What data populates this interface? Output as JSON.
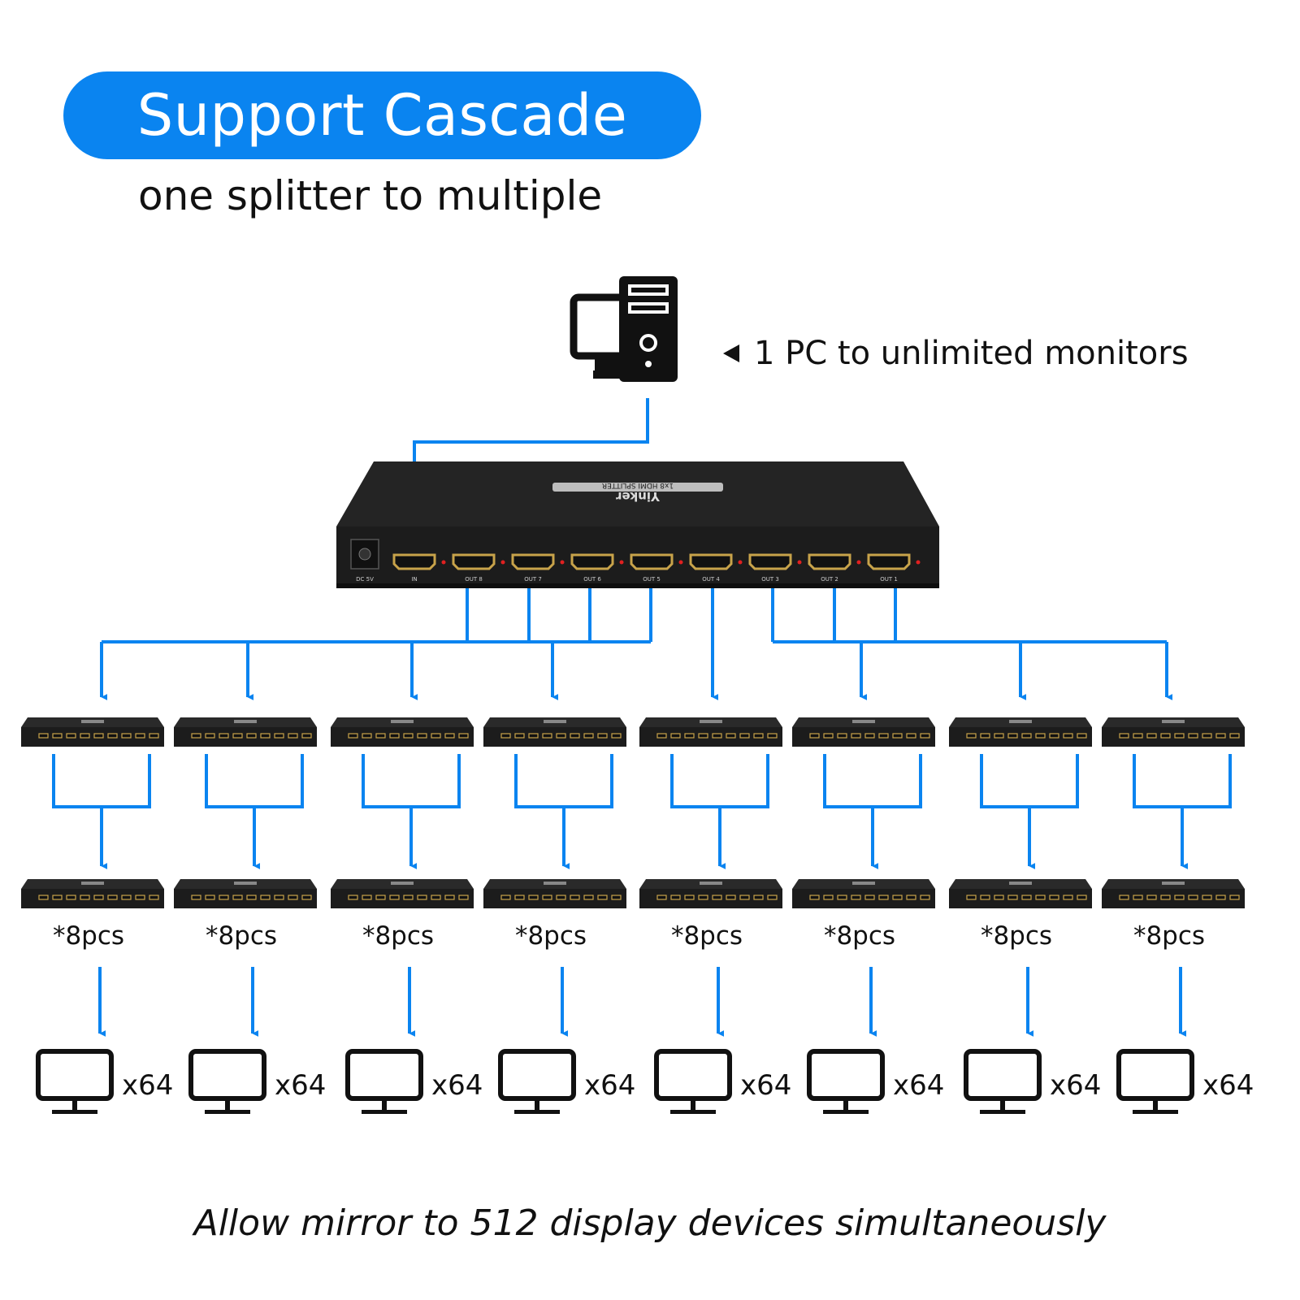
{
  "header": {
    "title": "Support Cascade",
    "subtitle": "one splitter to multiple"
  },
  "source": {
    "icon": "desktop-pc-icon",
    "label": "1 PC to unlimited monitors"
  },
  "main_splitter": {
    "brand": "Yinker",
    "model_label": "1x8 HDMI SPLITTER",
    "ports": [
      "DC 5V",
      "IN",
      "OUT 8",
      "OUT 7",
      "OUT 6",
      "OUT 5",
      "OUT 4",
      "OUT 3",
      "OUT 2",
      "OUT 1"
    ]
  },
  "groups": [
    {
      "pcs_label": "*8pcs",
      "monitor_count": "x64"
    },
    {
      "pcs_label": "*8pcs",
      "monitor_count": "x64"
    },
    {
      "pcs_label": "*8pcs",
      "monitor_count": "x64"
    },
    {
      "pcs_label": "*8pcs",
      "monitor_count": "x64"
    },
    {
      "pcs_label": "*8pcs",
      "monitor_count": "x64"
    },
    {
      "pcs_label": "*8pcs",
      "monitor_count": "x64"
    },
    {
      "pcs_label": "*8pcs",
      "monitor_count": "x64"
    },
    {
      "pcs_label": "*8pcs",
      "monitor_count": "x64"
    }
  ],
  "caption": "Allow mirror to 512 display devices simultaneously",
  "colors": {
    "accent": "#0a84f0",
    "device": "#1c1c1c",
    "port": "#c8a34a",
    "led": "#e02020"
  }
}
